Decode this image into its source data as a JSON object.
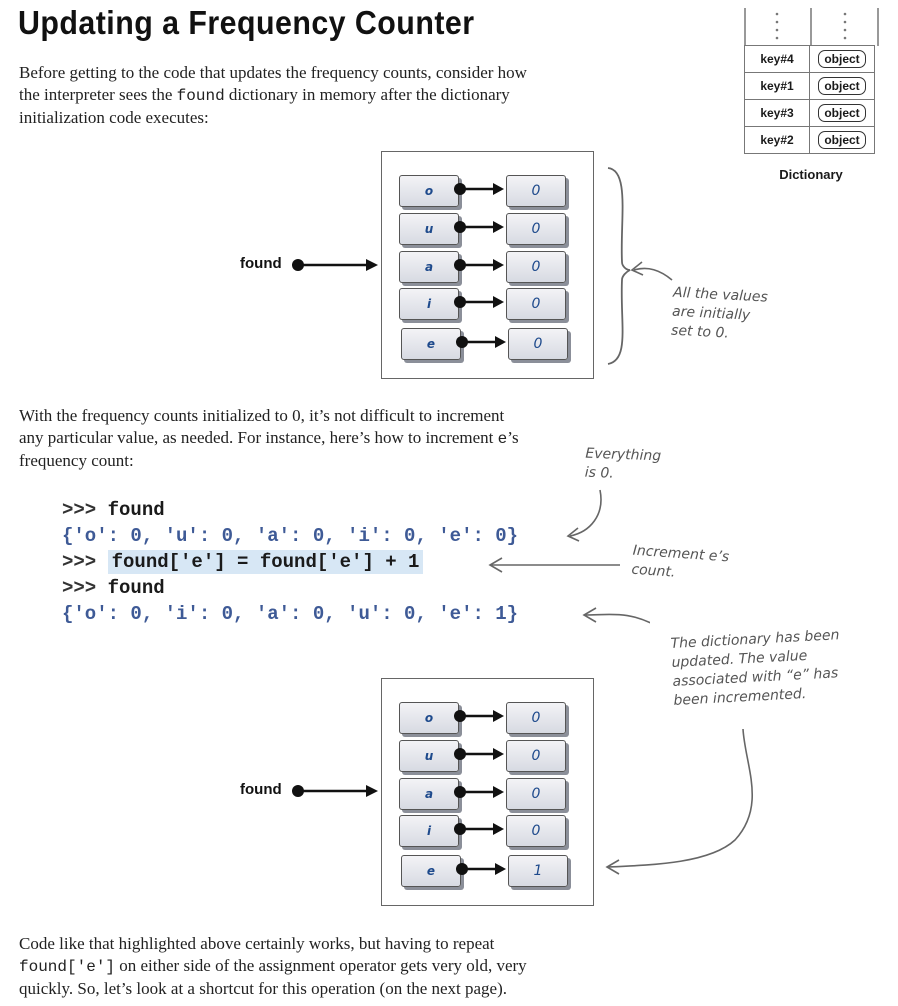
{
  "title": "Updating a Frequency Counter",
  "intro": {
    "line1": "Before getting to the code that updates the frequency counts, consider how",
    "line2_pre": "the interpreter sees the ",
    "line2_code": "found",
    "line2_post": " dictionary in memory after the dictionary",
    "line3": "initialization code executes:"
  },
  "dictionary_legend": {
    "rows": [
      {
        "key": "key#4",
        "value": "object"
      },
      {
        "key": "key#1",
        "value": "object"
      },
      {
        "key": "key#3",
        "value": "object"
      },
      {
        "key": "key#2",
        "value": "object"
      }
    ],
    "caption": "Dictionary"
  },
  "diagram1": {
    "label": "found",
    "entries": [
      {
        "key": "o",
        "value": "0"
      },
      {
        "key": "u",
        "value": "0"
      },
      {
        "key": "a",
        "value": "0"
      },
      {
        "key": "i",
        "value": "0"
      },
      {
        "key": "e",
        "value": "0"
      }
    ],
    "note": [
      "All the values",
      "are initially",
      "set to 0."
    ]
  },
  "middle": {
    "line1": "With the frequency counts initialized to 0, it’s not difficult to increment",
    "line2_pre": "any particular value, as needed. For instance, here’s how to increment ",
    "line2_code": "e",
    "line2_post": "’s",
    "line3": "frequency count:"
  },
  "code": {
    "line1_prompt": ">>> ",
    "line1_cmd": "found",
    "line2": "{'o': 0, 'u': 0, 'a': 0, 'i': 0, 'e': 0}",
    "line3_prompt": ">>> ",
    "line3_cmd": "found['e'] = found['e'] + 1",
    "line4_prompt": ">>> ",
    "line4_cmd": "found",
    "line5": "{'o': 0, 'i': 0, 'a': 0, 'u': 0, 'e': 1}"
  },
  "notes": {
    "everything": [
      "Everything",
      "is 0."
    ],
    "increment": [
      "Increment e’s",
      "count."
    ],
    "updated": [
      "The dictionary has been",
      "updated. The value",
      "associated with “e” has",
      "been incremented."
    ]
  },
  "diagram2": {
    "label": "found",
    "entries": [
      {
        "key": "o",
        "value": "0"
      },
      {
        "key": "u",
        "value": "0"
      },
      {
        "key": "a",
        "value": "0"
      },
      {
        "key": "i",
        "value": "0"
      },
      {
        "key": "e",
        "value": "1"
      }
    ]
  },
  "closing": {
    "line1": "Code like that highlighted above certainly works, but having to repeat",
    "line2_code": "found['e']",
    "line2_post": " on either side of the assignment operator gets very old, very",
    "line3": "quickly. So, let’s look at a shortcut for this operation (on the next page)."
  }
}
